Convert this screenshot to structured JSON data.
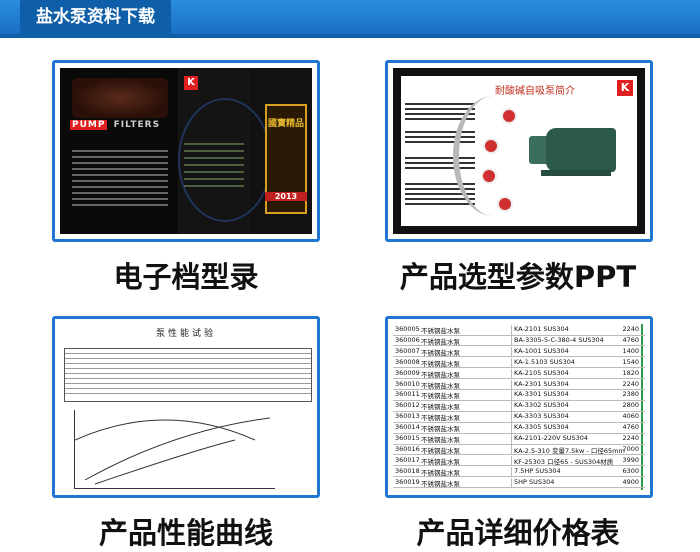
{
  "header": {
    "title": "盐水泵资料下载"
  },
  "cards": [
    {
      "caption": "电子档型录"
    },
    {
      "caption": "产品选型参数PPT"
    },
    {
      "caption": "产品性能曲线"
    },
    {
      "caption": "产品详细价格表"
    }
  ],
  "brochure": {
    "brand": "PUMP",
    "brand2": "FILTERS",
    "year": "2013",
    "gold": "國寶精品"
  },
  "ppt": {
    "title": "耐酸碱自吸泵简介"
  },
  "curve": {
    "title": "泵性能试验"
  },
  "pricelist": {
    "rows": [
      [
        "360005",
        "不锈钢盐水泵",
        "KA-2101 SUS304",
        "2240"
      ],
      [
        "360006",
        "不锈钢盐水泵",
        "BA-3305-5-C-380-4 SUS304",
        "4760"
      ],
      [
        "360007",
        "不锈钢盐水泵",
        "KA-1001 SUS304",
        "1400"
      ],
      [
        "360008",
        "不锈钢盐水泵",
        "KA-1.5103 SUS304",
        "1540"
      ],
      [
        "360009",
        "不锈钢盐水泵",
        "KA-2105 SUS304",
        "1820"
      ],
      [
        "360010",
        "不锈钢盐水泵",
        "KA-2301 SUS304",
        "2240"
      ],
      [
        "360011",
        "不锈钢盐水泵",
        "KA-3301 SUS304",
        "2380"
      ],
      [
        "360012",
        "不锈钢盐水泵",
        "KA-3302 SUS304",
        "2800"
      ],
      [
        "360013",
        "不锈钢盐水泵",
        "KA-3303 SUS304",
        "4060"
      ],
      [
        "360014",
        "不锈钢盐水泵",
        "KA-3305 SUS304",
        "4760"
      ],
      [
        "360015",
        "不锈钢盐水泵",
        "KA-2101-220V SUS304",
        "2240"
      ],
      [
        "360016",
        "不锈钢盐水泵",
        "KA-2.5-310 变量7.5kw - 口径65mm",
        "7000"
      ],
      [
        "360017",
        "不锈钢盐水泵",
        "KF-25303  口径65 - SUS304材质",
        "3990"
      ],
      [
        "360018",
        "不锈钢盐水泵",
        "7.5HP SUS304",
        "6300"
      ],
      [
        "360019",
        "不锈钢盐水泵",
        "5HP SUS304",
        "4900"
      ]
    ]
  }
}
